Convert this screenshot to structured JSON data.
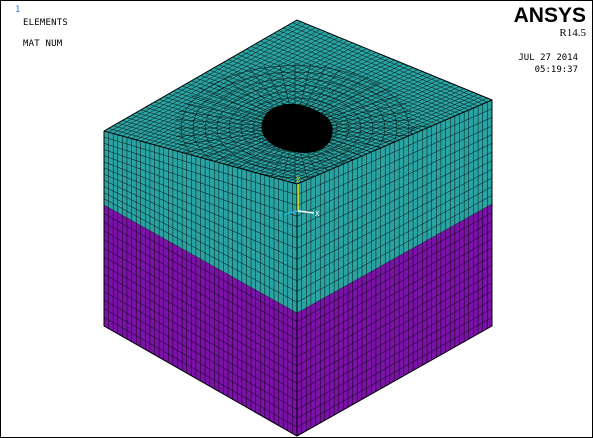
{
  "window": {
    "number": "1"
  },
  "header": {
    "plot_title": "ELEMENTS",
    "display_mode": "MAT  NUM"
  },
  "brand": {
    "name": "ANSYS",
    "release": "R14.5"
  },
  "timestamp": {
    "date": "JUL 27 2014",
    "time": "05:19:37"
  },
  "triad": {
    "z_label": "Z",
    "x_label": "X",
    "y_label": "Y"
  },
  "model": {
    "materials": [
      {
        "id": "soil-upper",
        "color": "#2aa3a3"
      },
      {
        "id": "soil-lower",
        "color": "#7a12a8"
      }
    ],
    "mesh_line_color": "#000000",
    "triad_colors": {
      "z": "#e6e600",
      "x": "#ffffff",
      "y": "#2ab5e6"
    }
  }
}
